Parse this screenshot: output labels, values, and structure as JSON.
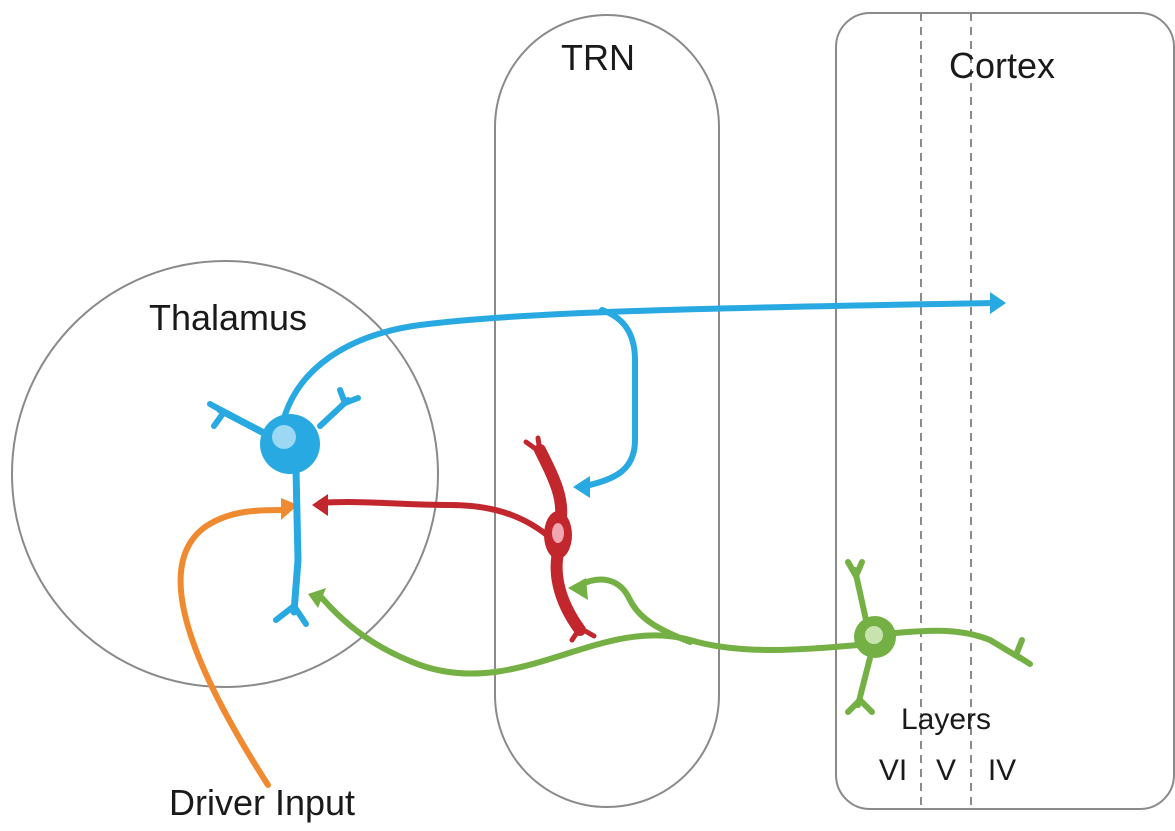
{
  "labels": {
    "thalamus": "Thalamus",
    "trn": "TRN",
    "cortex": "Cortex",
    "layers": "Layers",
    "layer_vi": "VI",
    "layer_v": "V",
    "layer_iv": "IV",
    "driver_input": "Driver Input"
  },
  "colors": {
    "outline": "#8a8a8a",
    "thalamic_neuron": "#29a9e1",
    "thalamic_soma_highlight": "#9ad8f3",
    "trn_neuron": "#c1272d",
    "trn_soma_highlight": "#f2a6b0",
    "cortical_neuron": "#74b043",
    "cortical_soma_highlight": "#c7e3ae",
    "driver_input": "#f08a30"
  }
}
